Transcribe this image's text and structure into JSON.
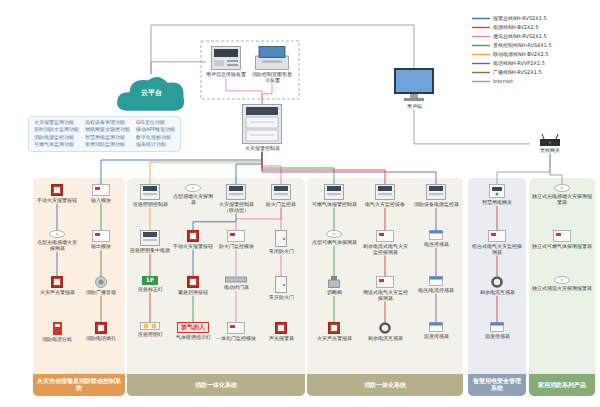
{
  "diagram": {
    "nodes": [
      {
        "text": [
          "云平台"
        ]
      },
      {
        "text": [
          "火灾报警监测功能",
          "远程设备管理功能",
          "GIS定位功能",
          "实时消防水监测功能",
          "物联网安全隐患功能",
          "移动APP推送功能",
          "消防电源监控功能",
          "智慧用电监测功能",
          "数字化巡检功能",
          "可燃气体监测功能",
          "家用消防监测功能",
          "报表统计功能"
        ]
      },
      {
        "text": [
          "用户信息传输装置"
        ]
      },
      {
        "text": [
          "消防控制室图形显示装置"
        ]
      },
      {
        "text": [
          "火灾报警控制器"
        ]
      },
      {
        "text": [
          "用户端"
        ]
      },
      {
        "text": [
          "无线网关"
        ]
      },
      {
        "text": [
          "火灾自动报警及消防联动控制系统"
        ]
      },
      {
        "text": [
          "手动火灾报警按钮"
        ],
        "in": 7
      },
      {
        "text": [
          "输入模块"
        ],
        "in": 7
      },
      {
        "text": [
          "点型光电感烟火灾探测器"
        ],
        "in": 7
      },
      {
        "text": [
          "输出模块"
        ],
        "in": 7
      },
      {
        "text": [
          "火灾声光警报器"
        ],
        "in": 7
      },
      {
        "text": [
          "消防广播音箱"
        ],
        "in": 7
      },
      {
        "text": [
          "消防电话分机"
        ],
        "in": 7
      },
      {
        "text": [
          "消防电话插孔"
        ],
        "in": 7
      },
      {
        "text": [
          "消防一体化系统"
        ]
      },
      {
        "text": [
          "应急照明控制器"
        ],
        "in": 16
      },
      {
        "text": [
          "点型感烟火灾探测器"
        ],
        "in": 16
      },
      {
        "text": [
          "火灾报警控制器（联动型）"
        ],
        "in": 16
      },
      {
        "text": [
          "防火门监控器"
        ],
        "in": 16
      },
      {
        "text": [
          "应急照明集中电源"
        ],
        "in": 16
      },
      {
        "text": [
          "手动火灾报警按钮"
        ],
        "in": 16
      },
      {
        "text": [
          "防火门监控模块"
        ],
        "in": 16
      },
      {
        "text": [
          "常闭防火门"
        ],
        "in": 16
      },
      {
        "text": [
          "1F",
          "应急标志灯"
        ],
        "in": 16
      },
      {
        "text": [
          "紧急启停按钮"
        ],
        "in": 16
      },
      {
        "text": [
          "电动闭门器"
        ],
        "in": 16
      },
      {
        "text": [
          "常开防火门"
        ],
        "in": 16
      },
      {
        "text": [
          "应急照明灯"
        ],
        "in": 16
      },
      {
        "text": [
          "放气勿入",
          "气体喷洒指示灯"
        ],
        "in": 16
      },
      {
        "text": [
          "一体化门监控模块"
        ],
        "in": 16
      },
      {
        "text": [
          "声光报警器"
        ],
        "in": 16
      },
      {
        "text": [
          "消防一体化系统"
        ]
      },
      {
        "text": [
          "可燃气体报警控制器"
        ],
        "in": 33
      },
      {
        "text": [
          "电气火灾监控设备"
        ],
        "in": 33
      },
      {
        "text": [
          "消防设备电源监控器"
        ],
        "in": 33
      },
      {
        "text": [
          "点型可燃气体探测器"
        ],
        "in": 33
      },
      {
        "text": [
          "剩余电流式电气火灾监控探测器"
        ],
        "in": 33
      },
      {
        "text": [
          "电压传感器"
        ],
        "in": 33
      },
      {
        "text": [
          "切断阀"
        ],
        "in": 33
      },
      {
        "text": [
          "测温式电气火灾监控探测器"
        ],
        "in": 33
      },
      {
        "text": [
          "电压/电流传感器"
        ],
        "in": 33
      },
      {
        "text": [
          "火灾声光警报器"
        ],
        "in": 33
      },
      {
        "text": [
          "剩余电流互感器"
        ],
        "in": 33
      },
      {
        "text": [
          "温度传感器"
        ],
        "in": 33
      },
      {
        "text": [
          "智慧用电安全管理系统"
        ]
      },
      {
        "text": [
          "智慧用电网关"
        ],
        "in": 46
      },
      {
        "text": [
          "组合式电气火灾监控探测器"
        ],
        "in": 46
      },
      {
        "text": [
          "剩余电流互感器"
        ],
        "in": 46
      },
      {
        "text": [
          "温度传感器"
        ],
        "in": 46
      },
      {
        "text": [
          "家用消防系列产品"
        ]
      },
      {
        "text": [
          "独立式光电感烟火灾探测报警器"
        ],
        "in": 51
      },
      {
        "text": [
          "独立式可燃气体探测报警器"
        ],
        "in": 51
      },
      {
        "text": [
          "独立式感温火灾探测报警器"
        ],
        "in": 51
      }
    ],
    "edges": [
      {
        "from": 2,
        "to": 0,
        "arrow": "none"
      },
      {
        "from": 0,
        "to": 5,
        "arrow": "none"
      },
      {
        "from": 6,
        "to": 5,
        "arrow": "none"
      },
      {
        "from": 2,
        "to": 4,
        "arrow": "none"
      },
      {
        "from": 3,
        "to": 4,
        "arrow": "none"
      },
      {
        "from": 4,
        "to": 9,
        "arrow": "none"
      },
      {
        "from": 4,
        "to": 17,
        "arrow": "none"
      },
      {
        "from": 4,
        "to": 19,
        "arrow": "none"
      },
      {
        "from": 4,
        "to": 20,
        "arrow": "none"
      },
      {
        "from": 4,
        "to": 34,
        "arrow": "none"
      },
      {
        "from": 4,
        "to": 35,
        "arrow": "none"
      },
      {
        "from": 4,
        "to": 36,
        "arrow": "none"
      },
      {
        "from": 6,
        "to": 47,
        "arrow": "none"
      },
      {
        "from": 6,
        "to": 52,
        "arrow": "none"
      },
      {
        "from": 8,
        "to": 10,
        "arrow": "none"
      },
      {
        "from": 9,
        "to": 11,
        "arrow": "none"
      },
      {
        "from": 10,
        "to": 12,
        "arrow": "none"
      },
      {
        "from": 11,
        "to": 13,
        "arrow": "none"
      },
      {
        "from": 13,
        "to": 15,
        "arrow": "none"
      },
      {
        "from": 17,
        "to": 21,
        "arrow": "none"
      },
      {
        "from": 21,
        "to": 25,
        "arrow": "none"
      },
      {
        "from": 25,
        "to": 29,
        "arrow": "none"
      },
      {
        "from": 19,
        "to": 22,
        "arrow": "none"
      },
      {
        "from": 22,
        "to": 26,
        "arrow": "none"
      },
      {
        "from": 26,
        "to": 30,
        "arrow": "none"
      },
      {
        "from": 20,
        "to": 24,
        "arrow": "none"
      },
      {
        "from": 24,
        "to": 28,
        "arrow": "none"
      },
      {
        "from": 20,
        "to": 23,
        "arrow": "none"
      },
      {
        "from": 23,
        "to": 27,
        "arrow": "none"
      },
      {
        "from": 27,
        "to": 31,
        "arrow": "none"
      },
      {
        "from": 34,
        "to": 37,
        "arrow": "none"
      },
      {
        "from": 37,
        "to": 40,
        "arrow": "none"
      },
      {
        "from": 40,
        "to": 43,
        "arrow": "none"
      },
      {
        "from": 35,
        "to": 38,
        "arrow": "none"
      },
      {
        "from": 38,
        "to": 41,
        "arrow": "none"
      },
      {
        "from": 41,
        "to": 44,
        "arrow": "none"
      },
      {
        "from": 36,
        "to": 39,
        "arrow": "none"
      },
      {
        "from": 39,
        "to": 42,
        "arrow": "none"
      },
      {
        "from": 42,
        "to": 45,
        "arrow": "none"
      },
      {
        "from": 47,
        "to": 48,
        "arrow": "none"
      },
      {
        "from": 48,
        "to": 49,
        "arrow": "none"
      },
      {
        "from": 49,
        "to": 50,
        "arrow": "none"
      }
    ],
    "legend": [
      {
        "text": "报警总线NH-RVS2X1.5",
        "color": "#3b6fc4"
      },
      {
        "text": "电源线NH-BV2X2.5",
        "color": "#e03c31"
      },
      {
        "text": "通讯总线NH-RVS2X1.5",
        "color": "#e87fb5"
      },
      {
        "text": "直线控制线NH-RVS4X1.5",
        "color": "#3aa54a"
      },
      {
        "text": "联动电源线NH-BV2X2.5",
        "color": "#f0a030"
      },
      {
        "text": "电话线NH-RVVP2X1.5",
        "color": "#8a4fbf"
      },
      {
        "text": "广播线NH-RVS2X1.5",
        "color": "#9b6b3a"
      },
      {
        "text": "Internet",
        "color": "#9a9a9a"
      }
    ]
  }
}
